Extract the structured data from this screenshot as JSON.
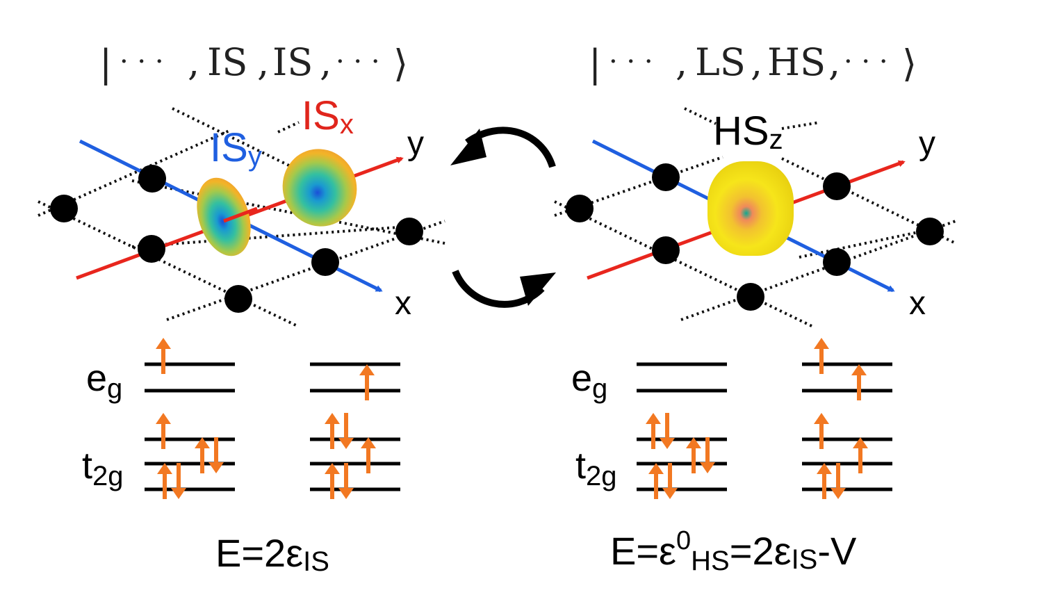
{
  "colors": {
    "blue_axis": "#1f5fe0",
    "red_axis": "#e8261d",
    "arrow_orange": "#f27822",
    "site_black": "#000000",
    "label_blue": "#1f5fe0",
    "label_red": "#e0251c"
  },
  "left": {
    "ket": {
      "open": "|",
      "dots1": "· · ·",
      "sep1": ",",
      "item1": "IS",
      "sep2": ",",
      "item2": "IS",
      "sep3": ",",
      "dots2": "· · ·",
      "close": "⟩"
    },
    "label_y": {
      "base": "IS",
      "sub": "y"
    },
    "label_x": {
      "base": "IS",
      "sub": "x"
    },
    "axis_y_label": "y",
    "axis_x_label": "x",
    "eg_label": {
      "base": "e",
      "sub": "g"
    },
    "t2g_label": {
      "base": "t",
      "sub": "2g"
    },
    "energy": {
      "prefix": "E=2ε",
      "sub": "IS"
    }
  },
  "right": {
    "ket": {
      "open": "|",
      "dots1": "· · ·",
      "sep1": ",",
      "item1": "LS",
      "sep2": ",",
      "item2": "HS",
      "sep3": ",",
      "dots2": "· · ·",
      "close": "⟩"
    },
    "label_z": {
      "base": "HS",
      "sub": "z"
    },
    "axis_y_label": "y",
    "axis_x_label": "x",
    "eg_label": {
      "base": "e",
      "sub": "g"
    },
    "t2g_label": {
      "base": "t",
      "sub": "2g"
    },
    "energy": {
      "p1": "E=ε",
      "sup": "0",
      "sub1": "HS",
      "p2": "=2ε",
      "sub2": "IS",
      "p3": "-V"
    }
  },
  "center": {
    "exchange_icon": "circular-exchange-arrows-icon"
  }
}
